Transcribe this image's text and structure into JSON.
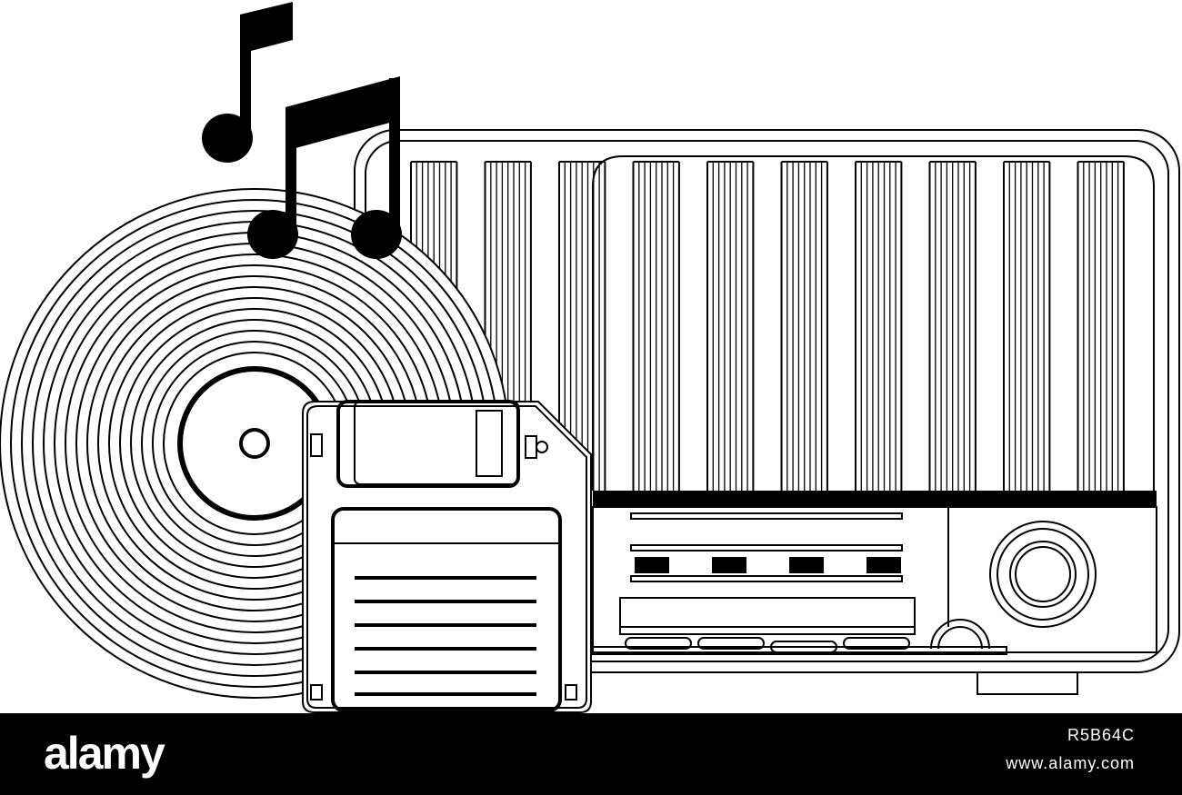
{
  "illustration": {
    "objects": [
      "music-notes-icon",
      "vinyl-record-icon",
      "floppy-disk-icon",
      "vintage-radio-icon"
    ],
    "stroke_color": "#000000",
    "fill_color": "#ffffff"
  },
  "watermark": {
    "brand": "alamy",
    "image_id": "R5B64C",
    "site_url": "www.alamy.com",
    "bar_color": "#000000",
    "text_color": "#ffffff"
  }
}
